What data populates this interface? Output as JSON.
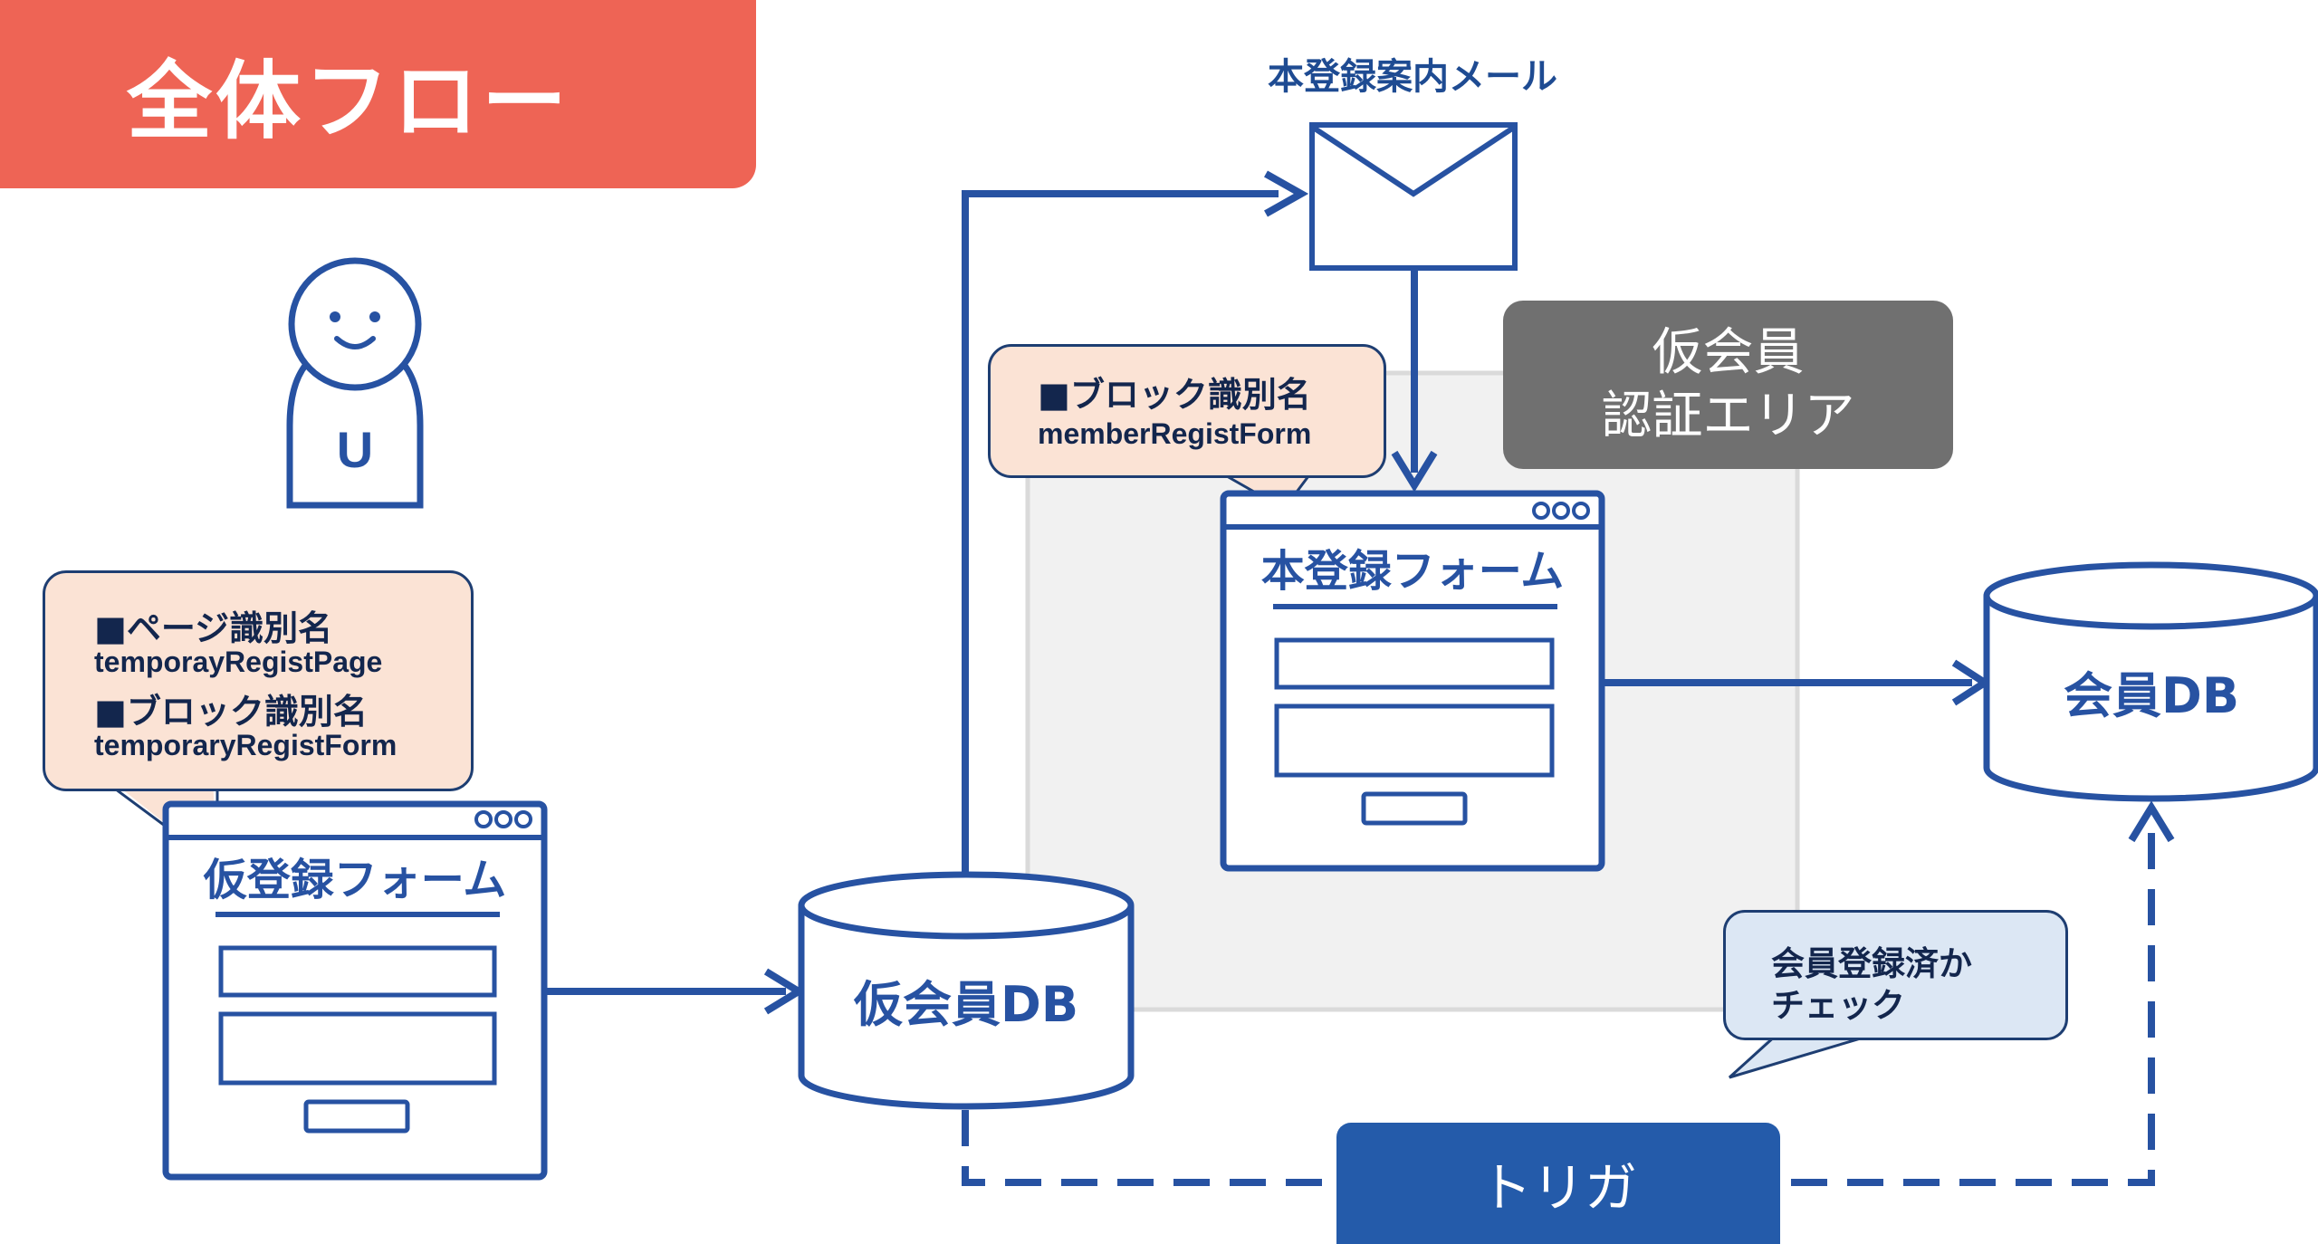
{
  "title": "全体フロー",
  "colors": {
    "accent_red": "#EE6455",
    "line_blue": "#2752A2",
    "text_navy": "#13264D",
    "callout_peach": "#FBE3D5",
    "callout_blue": "#DCE7F4",
    "auth_gray": "#707070",
    "trigger_blue": "#245BAA"
  },
  "user": {
    "badge": "U",
    "icon": "user-icon"
  },
  "callouts": {
    "left": {
      "line1": "■ページ識別名",
      "line2": "temporayRegistPage",
      "line3": "■ブロック識別名",
      "line4": "temporaryRegistForm"
    },
    "top": {
      "line1": "■ブロック識別名",
      "line2": "memberRegistForm"
    },
    "check": {
      "line1": "会員登録済か",
      "line2": "チェック"
    }
  },
  "forms": {
    "temp_form": {
      "title": "仮登録フォーム"
    },
    "main_form": {
      "title": "本登録フォーム"
    }
  },
  "databases": {
    "temp_db": "仮会員DB",
    "member_db": "会員DB"
  },
  "mail": {
    "caption": "本登録案内メール",
    "icon": "mail-icon"
  },
  "auth_area": {
    "line1": "仮会員",
    "line2": "認証エリア"
  },
  "trigger": {
    "label": "トリガ"
  }
}
